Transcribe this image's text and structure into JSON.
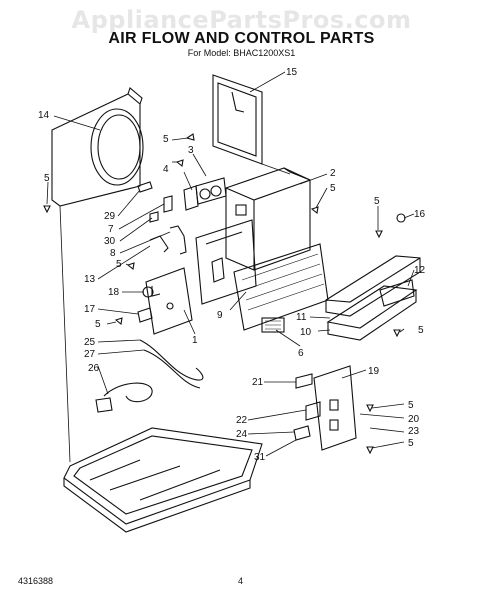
{
  "watermark": "AppliancePartsPros.com",
  "title": "AIR FLOW AND CONTROL PARTS",
  "model_line": "For Model: BHAC1200XS1",
  "footer_left": "4316388",
  "footer_page": "4",
  "callouts": [
    "15",
    "14",
    "5",
    "3",
    "5",
    "4",
    "2",
    "29",
    "5",
    "7",
    "30",
    "8",
    "5",
    "16",
    "13",
    "5",
    "12",
    "18",
    "17",
    "5",
    "9",
    "1",
    "11",
    "10",
    "5",
    "25",
    "27",
    "6",
    "26",
    "19",
    "21",
    "5",
    "22",
    "20",
    "24",
    "23",
    "5",
    "31"
  ]
}
